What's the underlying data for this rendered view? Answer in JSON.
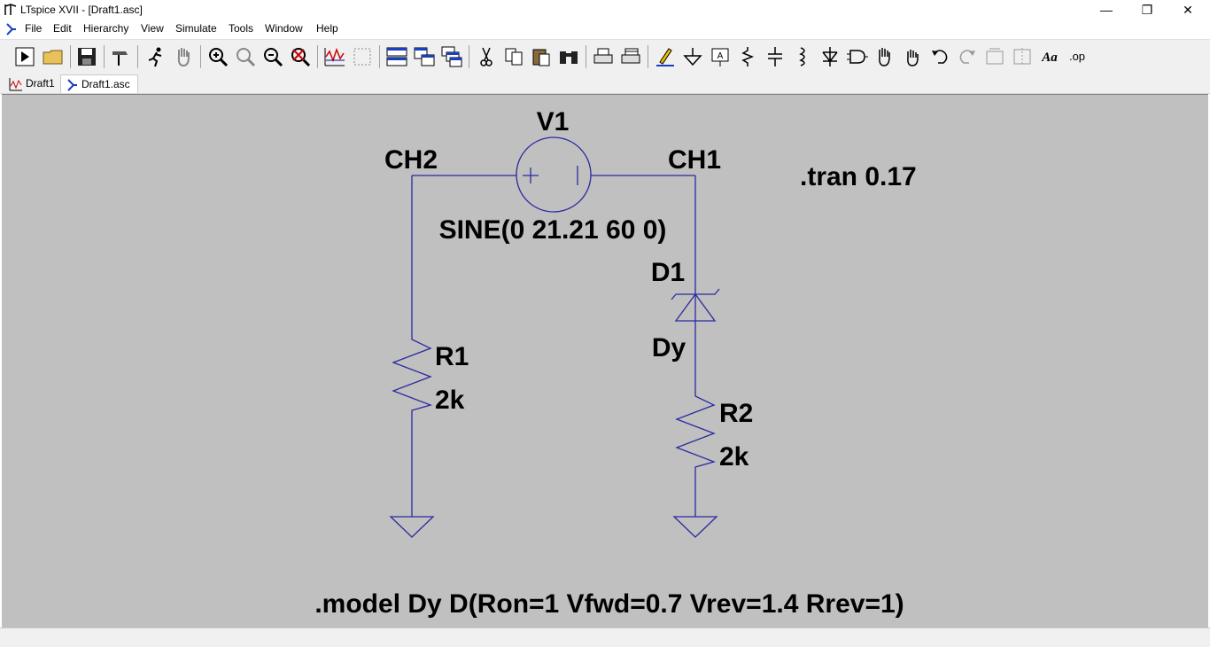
{
  "window": {
    "title": "LTspice XVII - [Draft1.asc]",
    "minimize_glyph": "—",
    "restore_glyph": "❐",
    "close_glyph": "✕"
  },
  "menu": {
    "items": [
      "File",
      "Edit",
      "Hierarchy",
      "View",
      "Simulate",
      "Tools",
      "Window",
      "Help"
    ]
  },
  "mdi": {
    "minimize": "–",
    "restore": "❐",
    "close": "✕"
  },
  "toolbar": {
    "text_tool_label": "Aa",
    "op_label": ".op"
  },
  "tabs": [
    {
      "label": "Draft1",
      "icon": "waveform-icon",
      "active": false
    },
    {
      "label": "Draft1.asc",
      "icon": "schematic-icon",
      "active": true
    }
  ],
  "schematic": {
    "wire_color": "#2a2aa0",
    "background": "#c0c0c0",
    "source": {
      "name": "V1",
      "value": "SINE(0 21.21 60 0)"
    },
    "nets": {
      "left": "CH2",
      "right": "CH1"
    },
    "resistor_left": {
      "name": "R1",
      "value": "2k"
    },
    "resistor_right": {
      "name": "R2",
      "value": "2k"
    },
    "diode": {
      "name": "D1",
      "model": "Dy"
    },
    "directives": {
      "tran": ".tran 0.17",
      "model": ".model Dy D(Ron=1 Vfwd=0.7 Vrev=1.4 Rrev=1)"
    }
  }
}
